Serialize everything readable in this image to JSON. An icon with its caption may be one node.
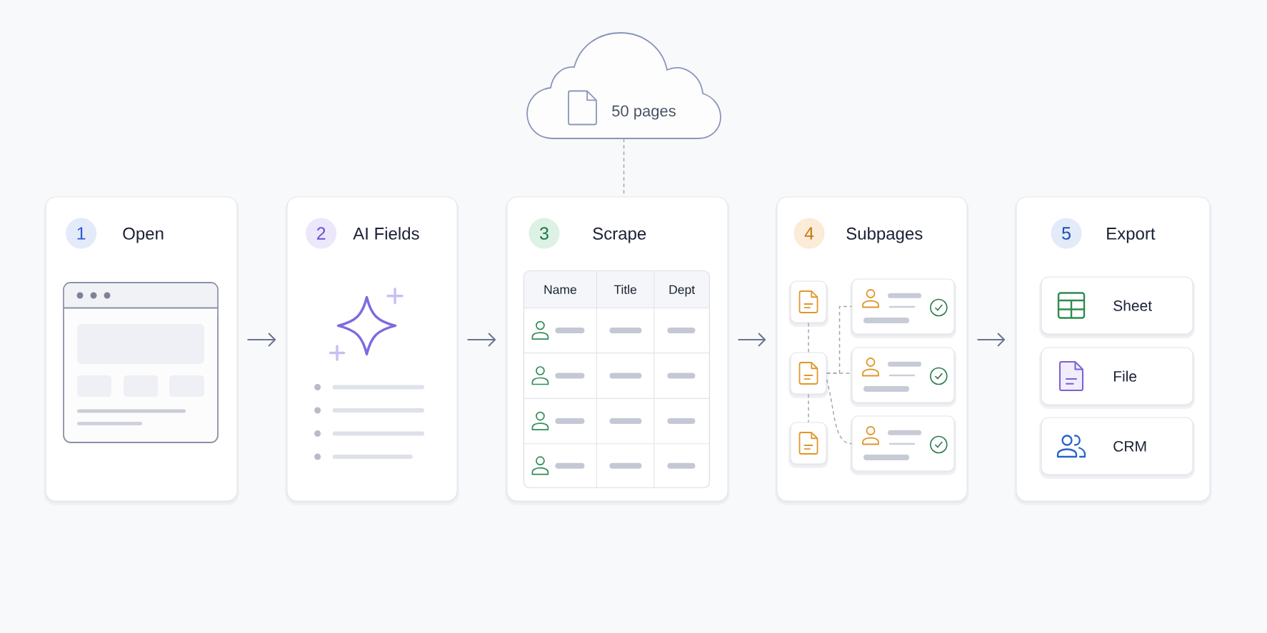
{
  "diagram": {
    "nodes": [
      {
        "text": [
          "Open"
        ]
      },
      {
        "text": [
          "1"
        ],
        "in": 0
      },
      {
        "text": [
          "AI Fields"
        ]
      },
      {
        "text": [
          "2"
        ],
        "in": 2
      },
      {
        "text": [
          "50 pages"
        ]
      },
      {
        "text": [
          "Scrape"
        ]
      },
      {
        "text": [
          "3"
        ],
        "in": 5
      },
      {
        "text": [
          "Name",
          "Title",
          "Dept"
        ],
        "in": 5
      },
      {
        "text": [
          "Subpages"
        ]
      },
      {
        "text": [
          "4"
        ],
        "in": 8
      },
      {
        "text": [],
        "shape": "box",
        "in": 8
      },
      {
        "text": [],
        "shape": "box",
        "in": 8
      },
      {
        "text": [],
        "shape": "box",
        "in": 8
      },
      {
        "text": [],
        "shape": "box",
        "in": 8
      },
      {
        "text": [],
        "shape": "box",
        "in": 8
      },
      {
        "text": [],
        "shape": "box",
        "in": 8
      },
      {
        "text": [
          "Export"
        ]
      },
      {
        "text": [
          "5"
        ],
        "in": 16
      },
      {
        "text": [
          "Sheet"
        ],
        "in": 16
      },
      {
        "text": [
          "File"
        ],
        "in": 16
      },
      {
        "text": [
          "CRM"
        ],
        "in": 16
      }
    ],
    "edges": [
      {
        "from": 0,
        "to": 2,
        "arrow": "to",
        "color": "#6b7390"
      },
      {
        "from": 2,
        "to": 5,
        "arrow": "to",
        "color": "#6b7390"
      },
      {
        "from": 5,
        "to": 8,
        "arrow": "to",
        "color": "#6b7390"
      },
      {
        "from": 8,
        "to": 16,
        "arrow": "to",
        "color": "#6b7390"
      },
      {
        "from": 4,
        "to": 5,
        "arrow": "none",
        "style": "dashed"
      },
      {
        "from": 10,
        "to": 11,
        "arrow": "none",
        "style": "dashed"
      },
      {
        "from": 11,
        "to": 12,
        "arrow": "none",
        "style": "dashed"
      },
      {
        "from": 11,
        "to": 13,
        "arrow": "none",
        "style": "dashed"
      },
      {
        "from": 11,
        "to": 14,
        "arrow": "none",
        "style": "dashed"
      },
      {
        "from": 11,
        "to": 15,
        "arrow": "none",
        "style": "dashed"
      }
    ]
  }
}
